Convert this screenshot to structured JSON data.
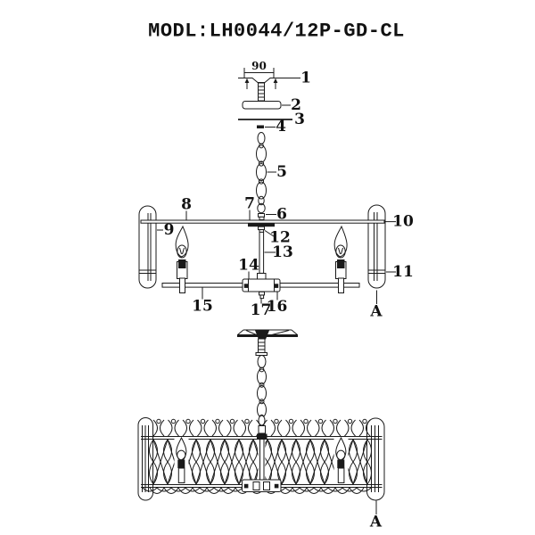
{
  "title": "MODL:LH0044/12P-GD-CL",
  "dimension_90": "90",
  "callouts": {
    "c1": "1",
    "c2": "2",
    "c3": "3",
    "c4": "4",
    "c5": "5",
    "c6": "6",
    "c7": "7",
    "c8": "8",
    "c9": "9",
    "c10": "10",
    "c11": "11",
    "c12": "12",
    "c13": "13",
    "c14": "14",
    "c15": "15",
    "c16": "16",
    "c17": "17",
    "section_a_exploded": "A",
    "section_a_assembled": "A"
  },
  "colors": {
    "line": "#1a1a1a",
    "background": "#ffffff"
  }
}
